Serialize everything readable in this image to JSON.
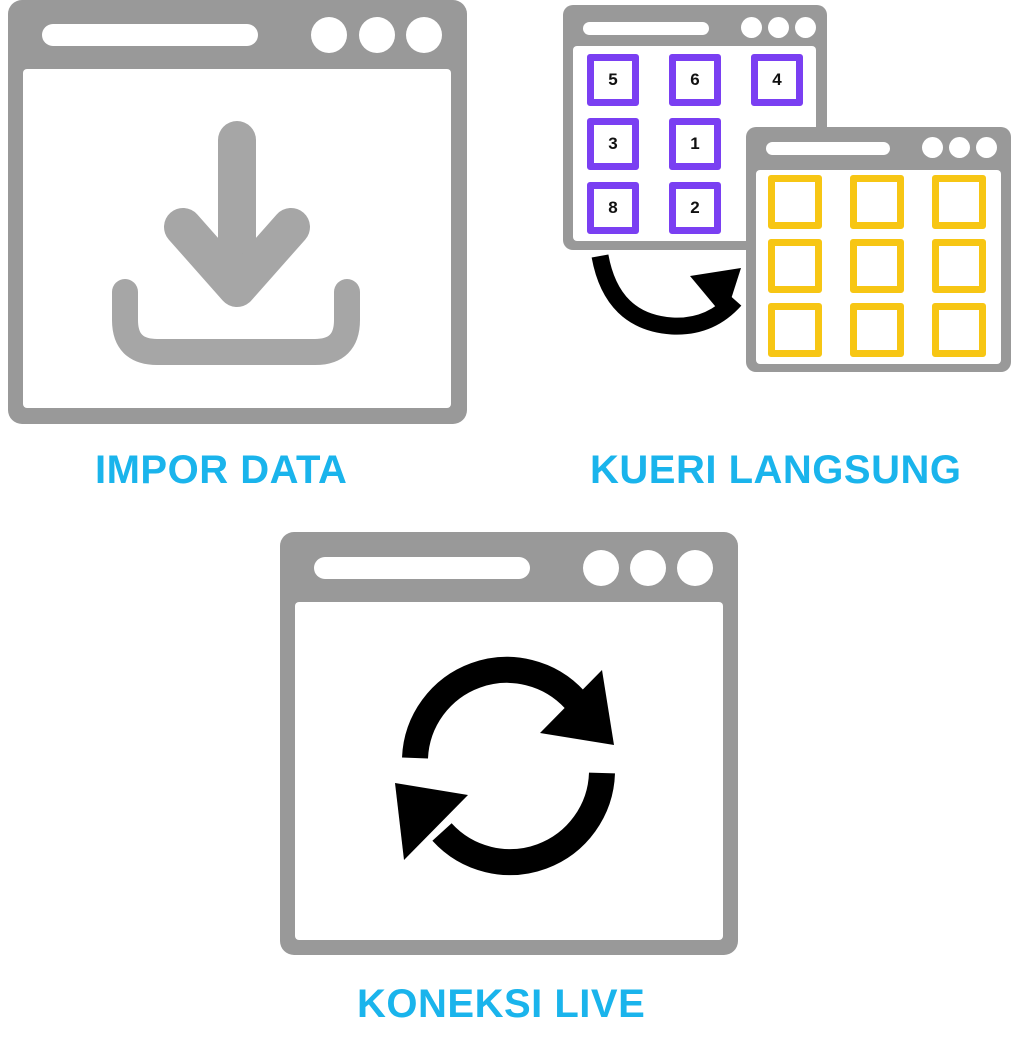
{
  "colors": {
    "window_frame": "#999999",
    "label_text": "#1ab4ec",
    "source_cell_border": "#7a3ff2",
    "target_cell_border": "#f7c614",
    "arrow_fill": "#000000"
  },
  "panels": [
    {
      "id": "import",
      "label": "IMPOR DATA",
      "icon": "download-icon"
    },
    {
      "id": "direct-query",
      "label": "KUERI LANGSUNG",
      "icon": "transfer-arrow-icon",
      "source_grid": [
        "5",
        "6",
        "4",
        "3",
        "1",
        "8",
        "2"
      ],
      "target_grid_cells": 9
    },
    {
      "id": "live",
      "label": "KONEKSI LIVE",
      "icon": "refresh-icon"
    }
  ]
}
